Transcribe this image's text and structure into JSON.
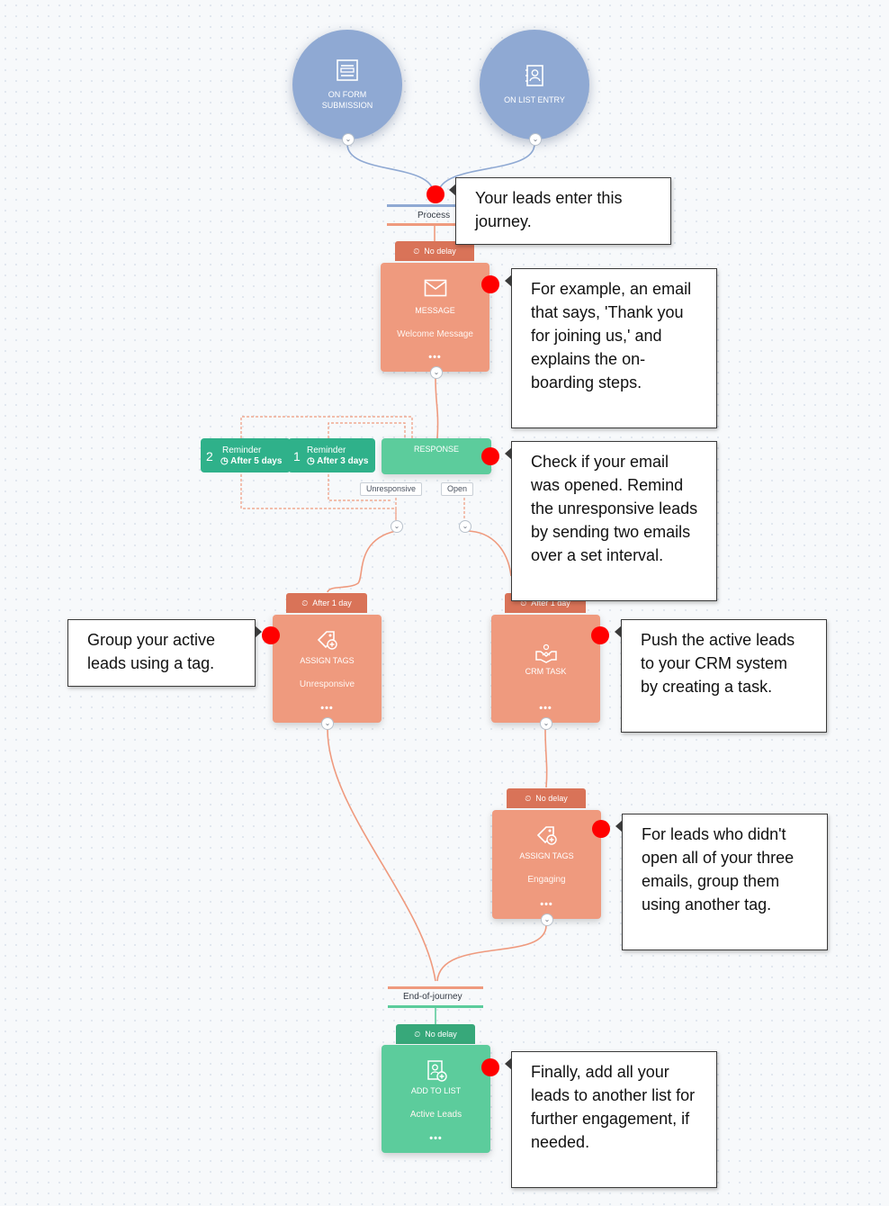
{
  "triggers": [
    {
      "label": "ON FORM SUBMISSION",
      "icon": "form-icon"
    },
    {
      "label": "ON LIST ENTRY",
      "icon": "contact-book-icon"
    }
  ],
  "process_label": "Process",
  "end_label": "End-of-journey",
  "delays": {
    "message": "No delay",
    "unresponsive": "After 1 day",
    "crm": "After 1 day",
    "engaging": "No delay",
    "addlist": "No delay"
  },
  "nodes": {
    "message": {
      "title": "MESSAGE",
      "subtitle": "Welcome Message",
      "icon": "envelope-icon"
    },
    "response": {
      "title": "RESPONSE"
    },
    "tags_unresponsive": {
      "title": "ASSIGN TAGS",
      "subtitle": "Unresponsive",
      "icon": "tag-icon"
    },
    "crm_task": {
      "title": "CRM TASK",
      "icon": "handshake-icon"
    },
    "tags_engaging": {
      "title": "ASSIGN TAGS",
      "subtitle": "Engaging",
      "icon": "tag-icon"
    },
    "add_to_list": {
      "title": "ADD TO LIST",
      "subtitle": "Active Leads",
      "icon": "add-list-icon"
    }
  },
  "dots_label": "•••",
  "reminders": [
    {
      "number": "2",
      "label": "Reminder",
      "delay": "After 5 days"
    },
    {
      "number": "1",
      "label": "Reminder",
      "delay": "After 3 days"
    }
  ],
  "branches": {
    "unresponsive": "Unresponsive",
    "open": "Open"
  },
  "callouts": {
    "enter": "Your leads enter this journey.",
    "message": "For example, an email that says, 'Thank you for joining us,' and explains the on-boarding steps.",
    "response": "Check if your email was opened. Remind the unresponsive leads by sending two emails over a set interval.",
    "group": "Group your active leads using a tag.",
    "crm": "Push the active leads to your CRM system by creating a task.",
    "engaging": "For leads who didn't open all of your three emails, group them using another tag.",
    "final": "Finally, add all your leads to another list for further engagement, if needed."
  },
  "colors": {
    "trigger": "#8fa9d3",
    "action": "#ef9a7e",
    "delay_tab": "#d97358",
    "response": "#5ccc9c",
    "reminder": "#2fb18a",
    "wire_blue": "#8fa9d3",
    "wire_orange": "#ef9a7e",
    "marker": "#ff0000"
  }
}
